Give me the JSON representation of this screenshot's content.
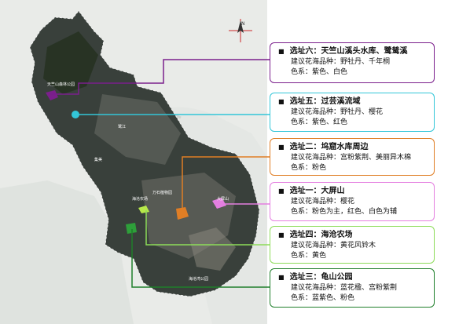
{
  "map": {
    "compass_label": "N",
    "place_labels": [
      "天竺山森林公园",
      "万石植物园",
      "海沧农场",
      "海沧湾公园",
      "鹭江",
      "集美",
      "大屏山"
    ]
  },
  "sites": [
    {
      "id": "six",
      "color": "#7b1f8c",
      "title": "选址六：天竺山溪头水库、鹭鸶溪",
      "flower": "建议花海品种：野牡丹、千年桐",
      "colors": "色系：紫色、白色"
    },
    {
      "id": "five",
      "color": "#33c6d8",
      "title": "选址五：过芸溪流域",
      "flower": "建议花海品种：野牡丹、樱花",
      "colors": "色系：紫色、红色"
    },
    {
      "id": "two",
      "color": "#e07e25",
      "title": "选址二：坞窟水库周边",
      "flower": "建议花海品种：宫粉紫荆、美丽异木棉",
      "colors": "色系：粉色"
    },
    {
      "id": "one",
      "color": "#e47fe0",
      "title": "选址一：大屏山",
      "flower": "建议花海品种：樱花",
      "colors": "色系：粉色为主，红色、白色为辅"
    },
    {
      "id": "four",
      "color": "#8ddc59",
      "title": "选址四：海沧农场",
      "flower": "建议花海品种：黄花风铃木",
      "colors": "色系：黄色"
    },
    {
      "id": "three",
      "color": "#1f7f2b",
      "title": "选址三：龟山公园",
      "flower": "建议花海品种：蓝花楹、宫粉紫荆",
      "colors": "色系：蓝紫色、粉色"
    }
  ]
}
